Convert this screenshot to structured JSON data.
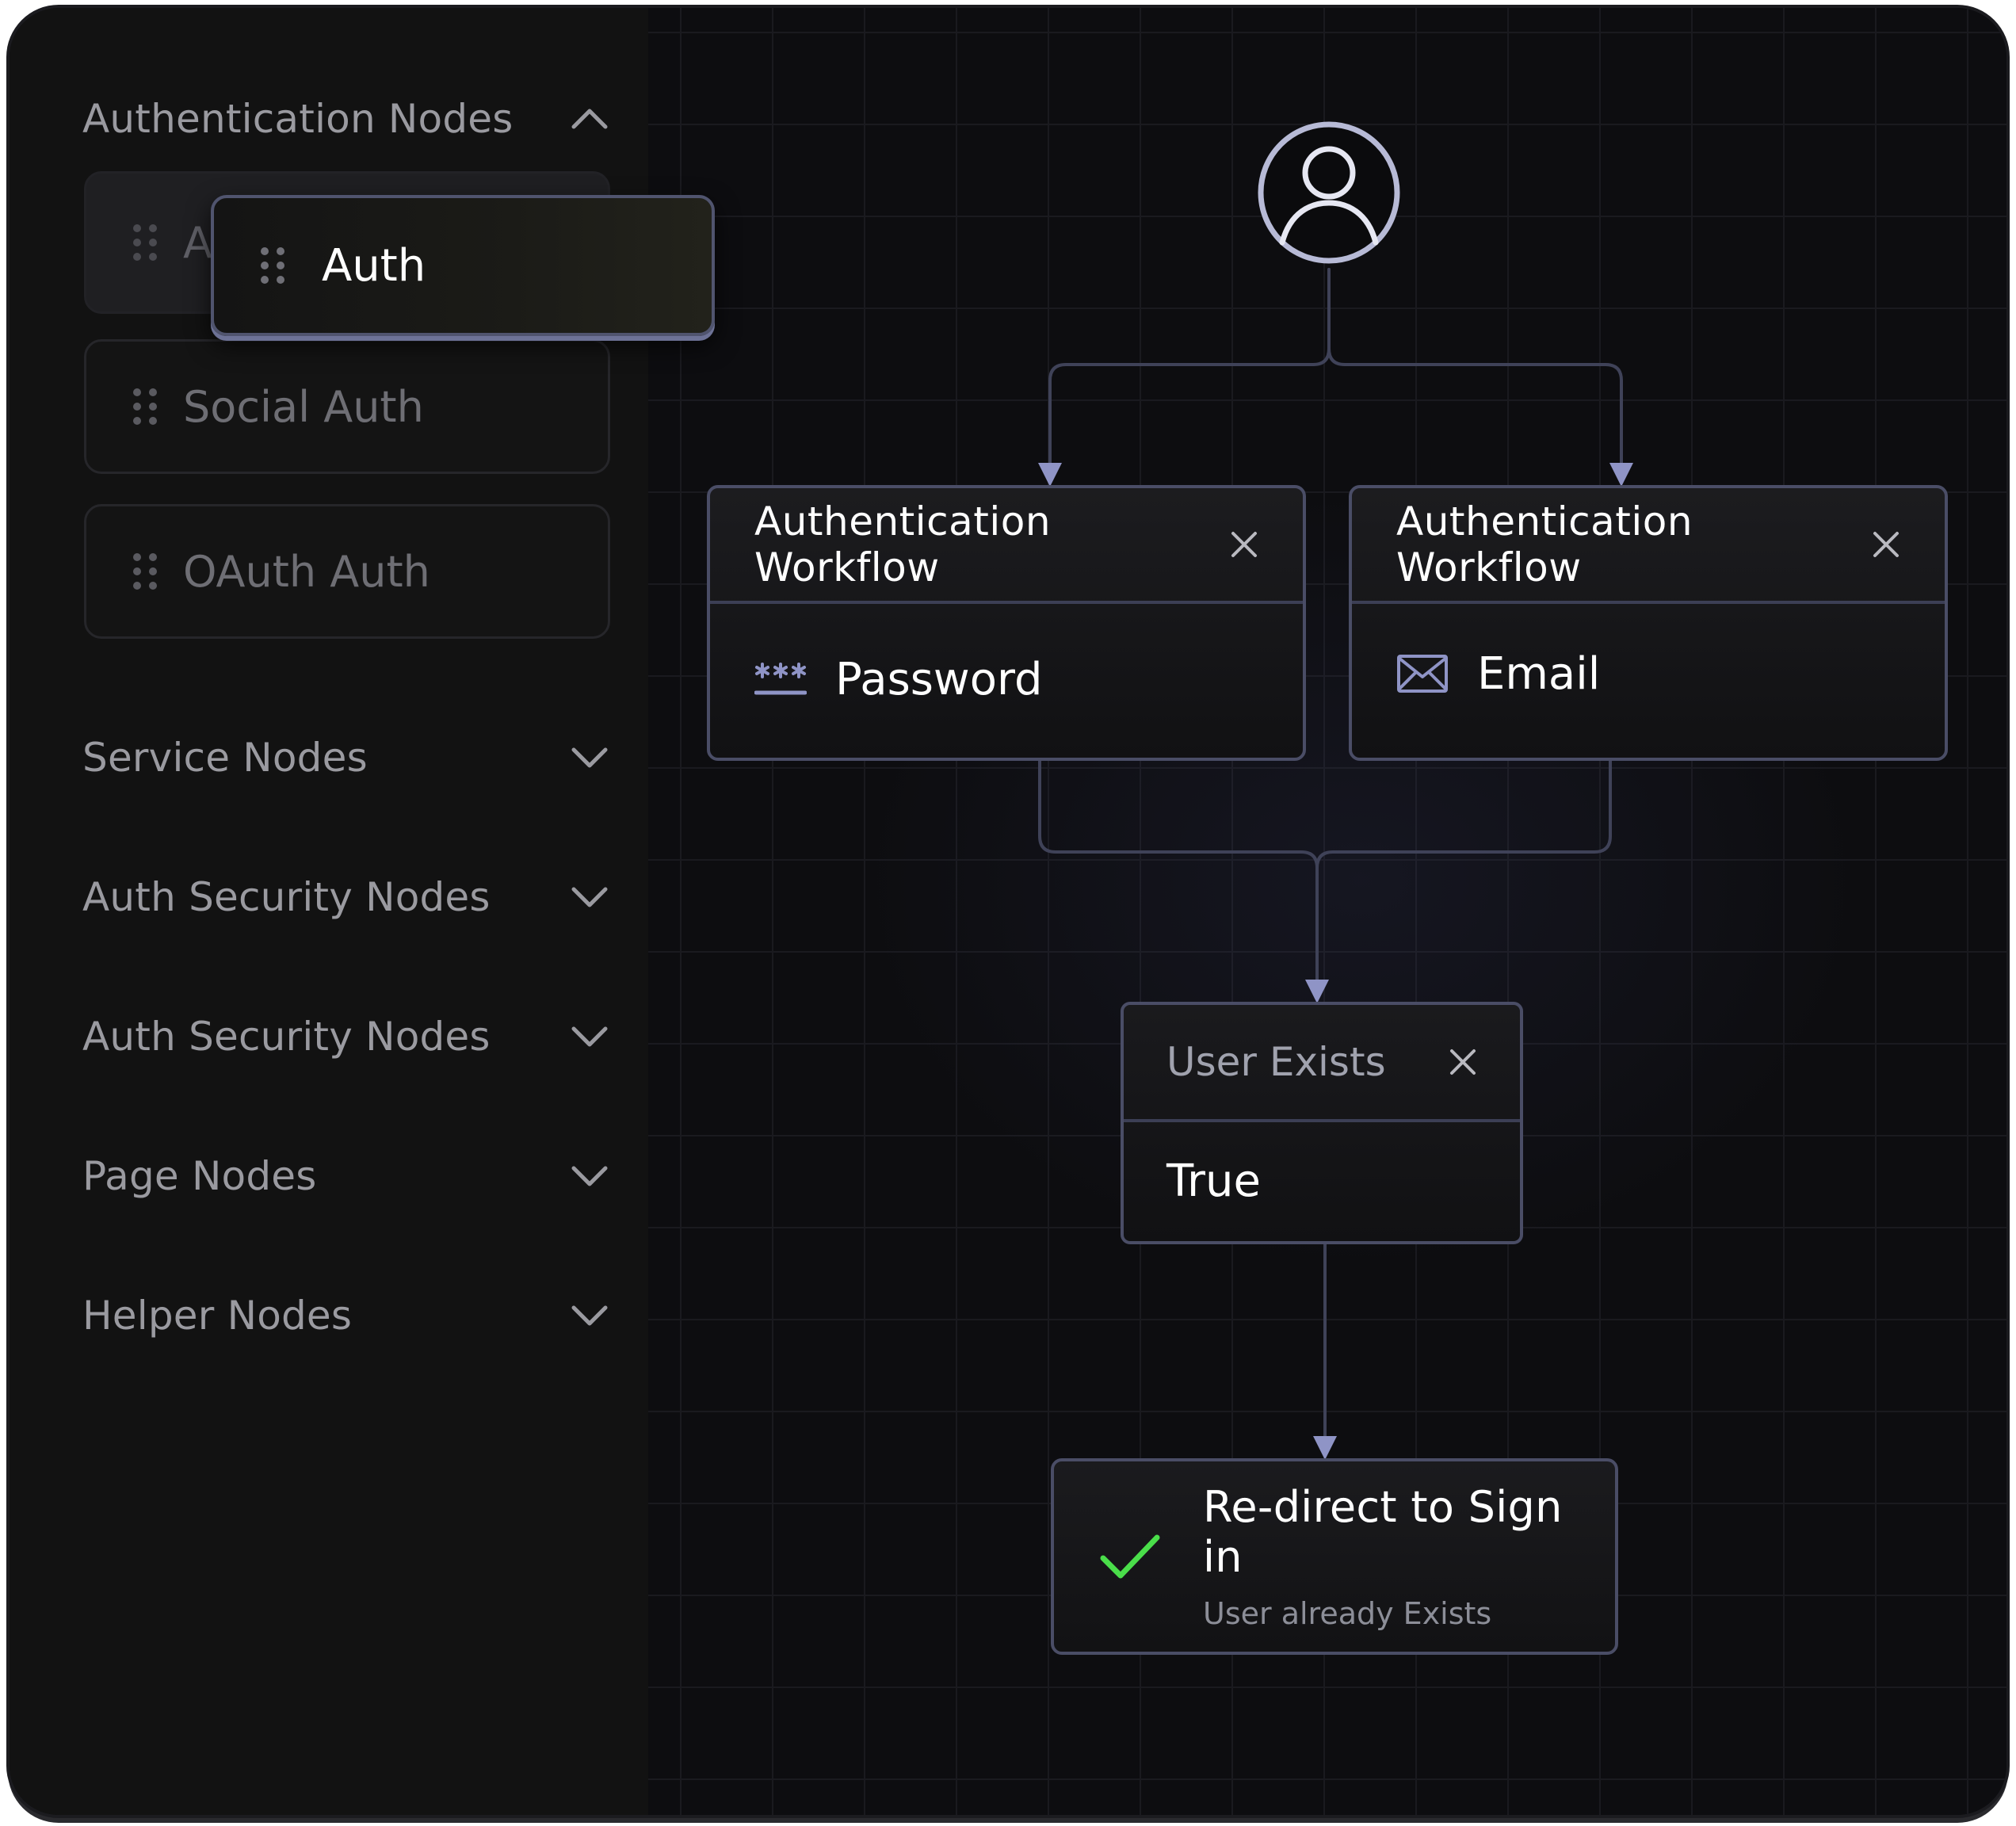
{
  "sidebar": {
    "sections": [
      {
        "label": "Authentication Nodes",
        "state": "expanded"
      },
      {
        "label": "Service Nodes",
        "state": "collapsed"
      },
      {
        "label": "Auth Security Nodes",
        "state": "collapsed"
      },
      {
        "label": "Auth Security Nodes",
        "state": "collapsed"
      },
      {
        "label": "Page Nodes",
        "state": "collapsed"
      },
      {
        "label": "Helper Nodes",
        "state": "collapsed"
      }
    ],
    "auth_nodes": [
      {
        "label": "A"
      },
      {
        "label": "Social Auth"
      },
      {
        "label": "OAuth Auth"
      }
    ],
    "dragging": {
      "label": "Auth"
    }
  },
  "canvas": {
    "start_icon": "user-circle-icon",
    "workflows": [
      {
        "title": "Authentication Workflow",
        "icon": "password-icon",
        "method": "Password"
      },
      {
        "title": "Authentication Workflow",
        "icon": "mail-icon",
        "method": "Email"
      }
    ],
    "condition": {
      "title": "User Exists",
      "value": "True"
    },
    "result": {
      "title": "Re-direct to Sign in",
      "subtitle": "User already Exists",
      "icon": "check-icon"
    }
  },
  "colors": {
    "accent": "#8f94c6",
    "wire": "#3f4258",
    "success": "#4ade4a",
    "panel": "#121212",
    "canvas": "#0d0d10"
  }
}
